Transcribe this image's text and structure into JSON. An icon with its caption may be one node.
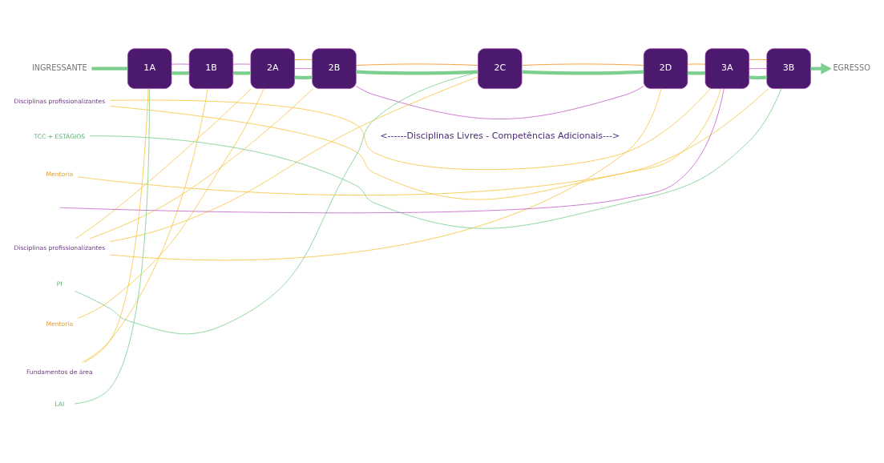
{
  "diagram": {
    "nodes": [
      {
        "text": [
          "INGRESSANTE"
        ]
      },
      {
        "text": [
          "1A"
        ]
      },
      {
        "text": [
          "1B"
        ]
      },
      {
        "text": [
          "2A"
        ]
      },
      {
        "text": [
          "2B"
        ]
      },
      {
        "text": [
          "2C"
        ]
      },
      {
        "text": [
          "2D"
        ]
      },
      {
        "text": [
          "3A"
        ]
      },
      {
        "text": [
          "3B"
        ]
      },
      {
        "text": [
          "EGRESSO"
        ]
      },
      {
        "text": [
          "Fundamentos de área"
        ]
      },
      {
        "text": [
          "Disciplinas profissionalizantes"
        ]
      },
      {
        "text": [
          "Disciplinas profissionalizantes"
        ]
      },
      {
        "text": [
          "LAI"
        ]
      },
      {
        "text": [
          "Mentoria"
        ]
      },
      {
        "text": [
          "PI"
        ]
      },
      {
        "text": [
          "Mentoria"
        ]
      },
      {
        "text": [
          "TCC + ESTÁGIOS"
        ]
      }
    ],
    "edges": [
      {
        "from": 0,
        "to": 1,
        "arrow": "none",
        "style": "thick",
        "color": "#7ccf8f"
      },
      {
        "from": 1,
        "to": 2,
        "arrow": "none",
        "style": "thick",
        "color": "#7ccf8f"
      },
      {
        "from": 2,
        "to": 3,
        "arrow": "none",
        "style": "thick",
        "color": "#7ccf8f"
      },
      {
        "from": 3,
        "to": 4,
        "arrow": "none",
        "style": "thick",
        "color": "#7ccf8f"
      },
      {
        "from": 4,
        "to": 5,
        "arrow": "none",
        "style": "thick",
        "color": "#7ccf8f"
      },
      {
        "from": 5,
        "to": 6,
        "arrow": "none",
        "style": "thick",
        "color": "#7ccf8f"
      },
      {
        "from": 6,
        "to": 7,
        "arrow": "none",
        "style": "thick",
        "color": "#7ccf8f"
      },
      {
        "from": 7,
        "to": 8,
        "arrow": "none",
        "style": "thick",
        "color": "#7ccf8f"
      },
      {
        "from": 8,
        "to": 9,
        "arrow": "to",
        "style": "thick",
        "color": "#7ccf8f"
      },
      {
        "from": 10,
        "to": 1,
        "arrow": "none",
        "color": "#f5c542"
      },
      {
        "from": 10,
        "to": 2,
        "arrow": "none",
        "color": "#f5c542"
      },
      {
        "from": 11,
        "to": 3,
        "arrow": "none",
        "color": "#f5c542"
      },
      {
        "from": 11,
        "to": 4,
        "arrow": "none",
        "color": "#f5c542"
      },
      {
        "from": 11,
        "to": 5,
        "arrow": "none",
        "color": "#f5c542"
      },
      {
        "from": 11,
        "to": 6,
        "arrow": "none",
        "color": "#f5c542"
      },
      {
        "from": 12,
        "to": 7,
        "arrow": "none",
        "color": "#f5c542"
      },
      {
        "from": 12,
        "to": 8,
        "arrow": "none",
        "color": "#f5c542"
      },
      {
        "from": 1,
        "to": 2,
        "arrow": "none",
        "color": "#c463c8"
      },
      {
        "from": 2,
        "to": 3,
        "arrow": "none",
        "color": "#c463c8"
      },
      {
        "from": 3,
        "to": 4,
        "arrow": "none",
        "color": "#c463c8"
      },
      {
        "from": 4,
        "to": 6,
        "arrow": "none",
        "color": "#c463c8"
      },
      {
        "from": 7,
        "to": 8,
        "arrow": "none",
        "color": "#c463c8"
      },
      {
        "from": null,
        "to": 7,
        "arrow": "none",
        "color": "#c463c8"
      },
      {
        "from": 3,
        "to": 4,
        "arrow": "none",
        "color": "#f39019"
      },
      {
        "from": 4,
        "to": 5,
        "arrow": "none",
        "color": "#f39019"
      },
      {
        "from": 5,
        "to": 6,
        "arrow": "none",
        "color": "#f39019"
      },
      {
        "from": 6,
        "to": 7,
        "arrow": "none",
        "color": "#f39019"
      },
      {
        "from": 7,
        "to": 8,
        "arrow": "none",
        "color": "#f39019"
      },
      {
        "from": 13,
        "to": 1,
        "arrow": "none",
        "color": "#7ccf8f"
      },
      {
        "from": 14,
        "to": 3,
        "arrow": "none",
        "color": "#f5c542"
      },
      {
        "from": 15,
        "to": 5,
        "arrow": "none",
        "color": "#7ccf8f"
      },
      {
        "from": 16,
        "to": 7,
        "arrow": "none",
        "color": "#f5c542"
      },
      {
        "from": 17,
        "to": 8,
        "arrow": "none",
        "color": "#7ccf8f"
      }
    ],
    "labels": [
      "<------Disciplinas Livres - Competências Adicionais--->"
    ]
  }
}
